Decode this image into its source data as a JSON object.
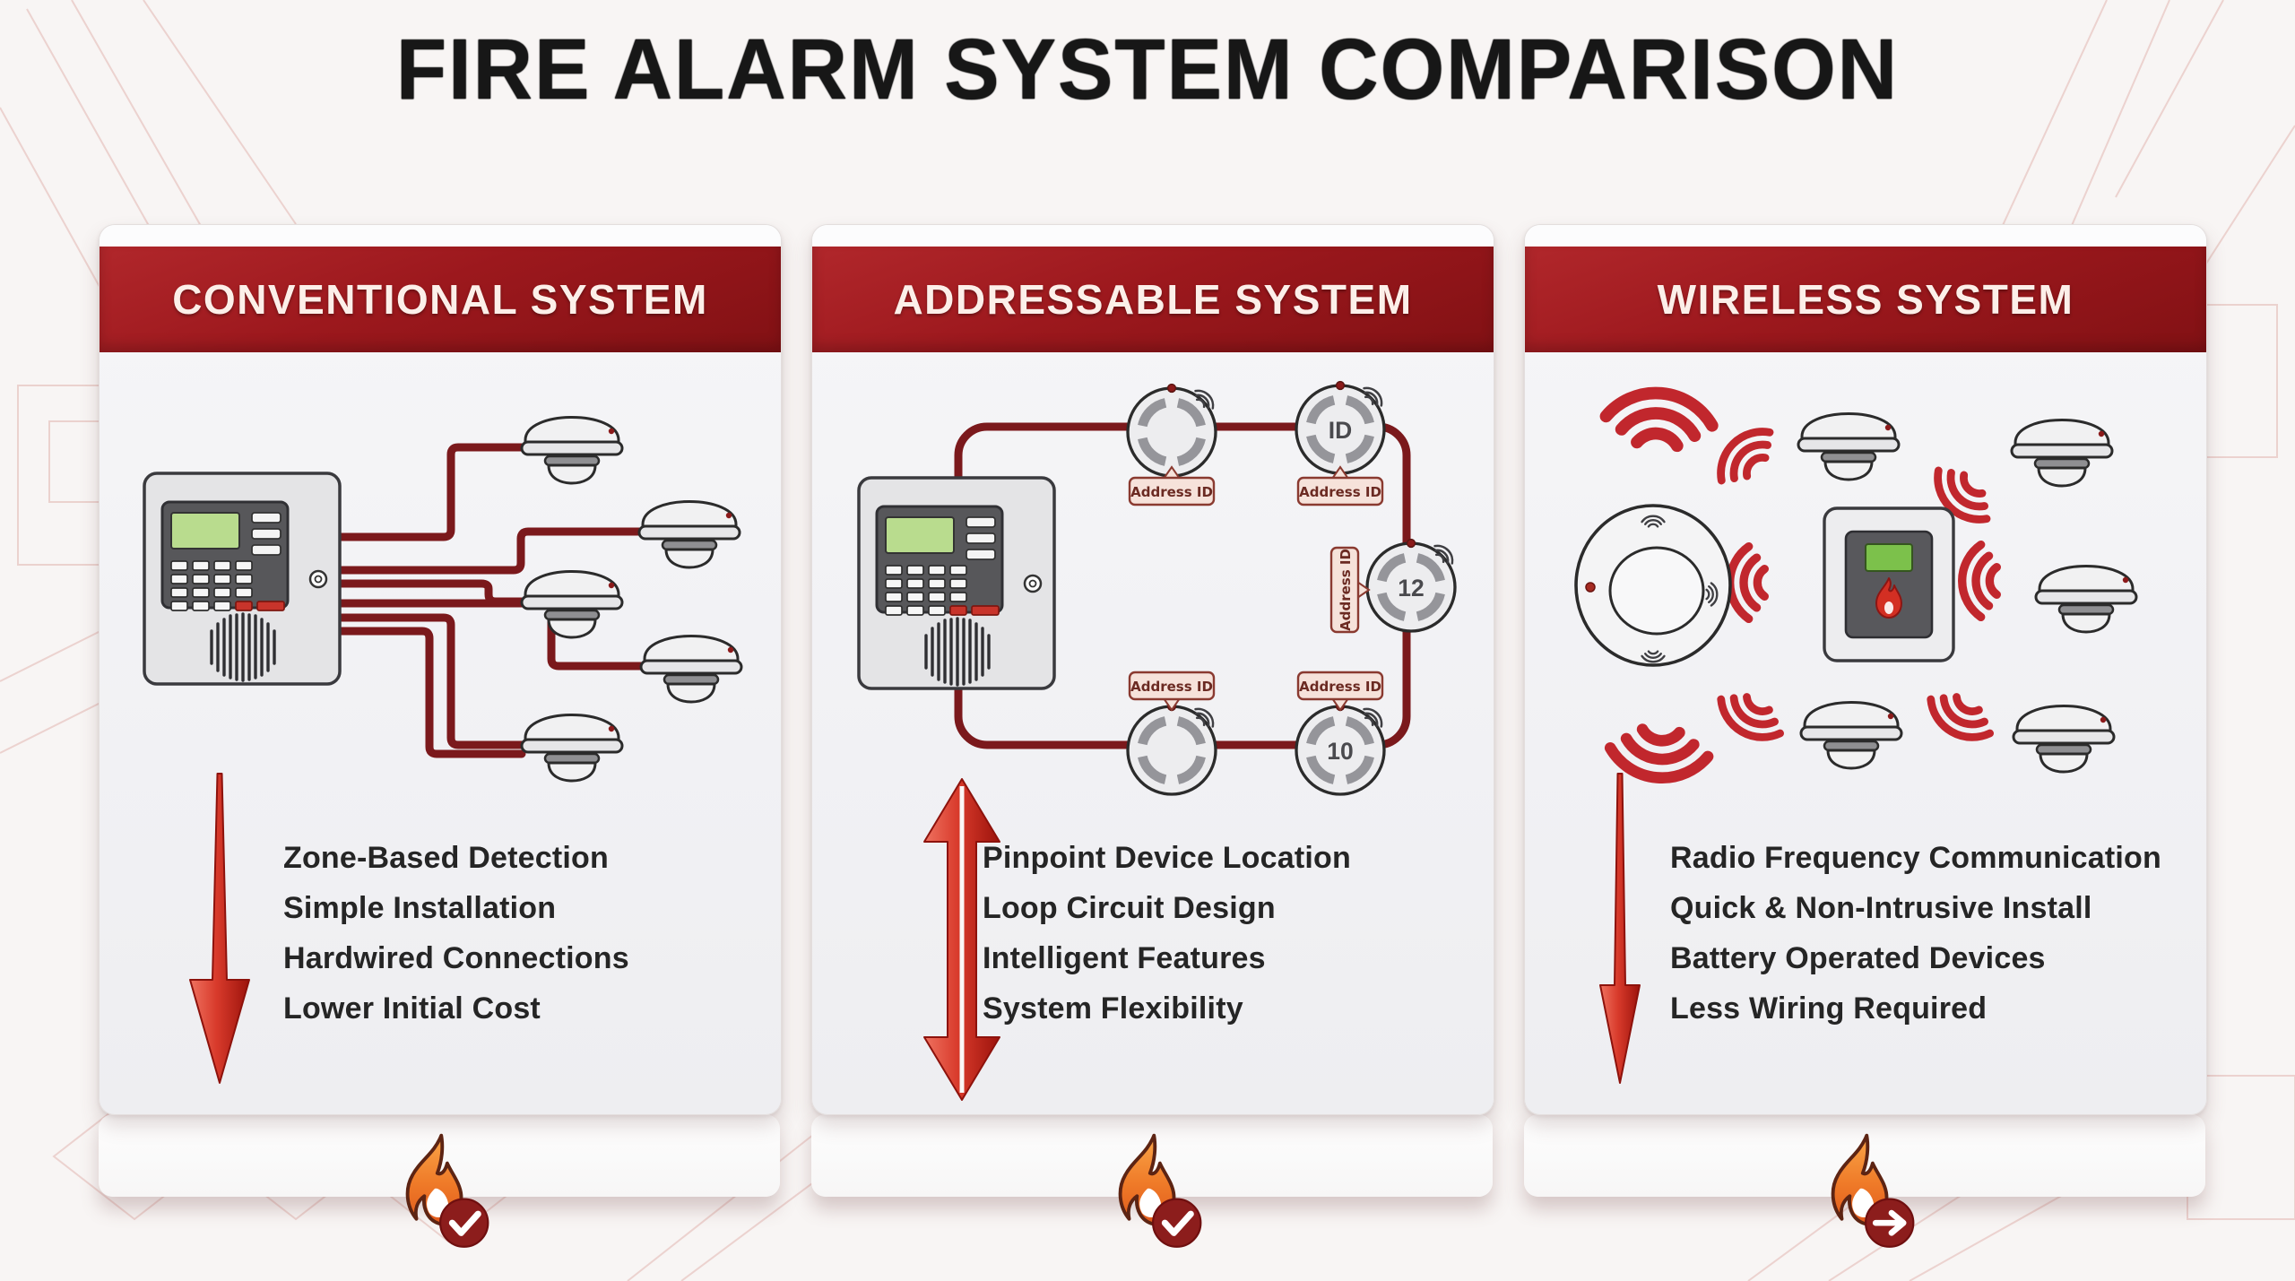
{
  "title": "FIRE ALARM SYSTEM COMPARISON",
  "panels": [
    {
      "title": "CONVENTIONAL SYSTEM",
      "features": [
        "Zone-Based Detection",
        "Simple Installation",
        "Hardwired Connections",
        "Lower Initial Cost"
      ],
      "badge": "check",
      "detector_count": 5
    },
    {
      "title": "ADDRESSABLE SYSTEM",
      "features": [
        "Pinpoint Device Location",
        "Loop Circuit Design",
        "Intelligent Features",
        "System Flexibility"
      ],
      "badge": "check",
      "address_label": "Address ID",
      "detector_ids": [
        "ID",
        "12",
        "10"
      ],
      "detector_count": 5
    },
    {
      "title": "WIRELESS SYSTEM",
      "features": [
        "Radio Frequency Communication",
        "Quick & Non-Intrusive Install",
        "Battery Operated Devices",
        "Less Wiring Required"
      ],
      "badge": "arrow",
      "detector_count": 6
    }
  ],
  "icons": {
    "flame-icon": "flame",
    "check-icon": "✓",
    "arrow-right-icon": "→",
    "wifi-signal-icon": "radio signal arcs",
    "smoke-detector-icon": "smoke detector",
    "control-panel-icon": "fire alarm control panel"
  },
  "colors": {
    "banner_red": "#9c181d",
    "wire_maroon": "#7b191c",
    "signal_red": "#c1272d",
    "arrow_red": "#d83a2b",
    "flame_orange": "#ee7a2a",
    "badge_maroon": "#8c1d1c",
    "lcd_green": "#b9dc8e",
    "text_dark": "#252525"
  }
}
